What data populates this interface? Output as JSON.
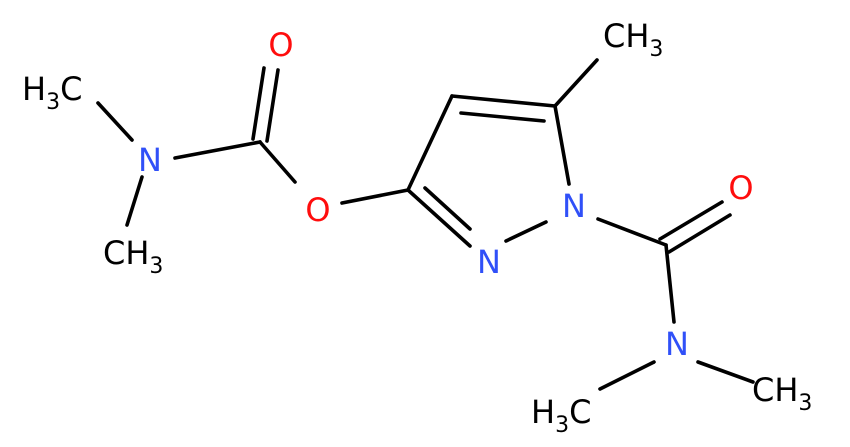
{
  "molecule": {
    "colors": {
      "carbon_bond": "#000000",
      "oxygen": "#ff0d0d",
      "nitrogen": "#3050f8",
      "hydrogen_text": "#000000"
    },
    "atoms": [
      {
        "id": "o_carbonyl_top",
        "element": "O",
        "label": "O"
      },
      {
        "id": "n_carbamate",
        "element": "N",
        "label": "N"
      },
      {
        "id": "ch3_top_left",
        "element": "C",
        "label_main": "H",
        "label_sub": "3",
        "label_tail": "C"
      },
      {
        "id": "ch3_bottom_left",
        "element": "C",
        "label_main": "CH",
        "label_sub": "3"
      },
      {
        "id": "o_ester",
        "element": "O",
        "label": "O"
      },
      {
        "id": "n_ring_2",
        "element": "N",
        "label": "N"
      },
      {
        "id": "n_ring_1",
        "element": "N",
        "label": "N"
      },
      {
        "id": "ch3_ring_methyl",
        "element": "C",
        "label_main": "CH",
        "label_sub": "3"
      },
      {
        "id": "o_amide",
        "element": "O",
        "label": "O"
      },
      {
        "id": "n_amide",
        "element": "N",
        "label": "N"
      },
      {
        "id": "ch3_amide_left",
        "element": "C",
        "label_main": "H",
        "label_sub": "3",
        "label_tail": "C"
      },
      {
        "id": "ch3_amide_right",
        "element": "C",
        "label_main": "CH",
        "label_sub": "3"
      }
    ]
  }
}
